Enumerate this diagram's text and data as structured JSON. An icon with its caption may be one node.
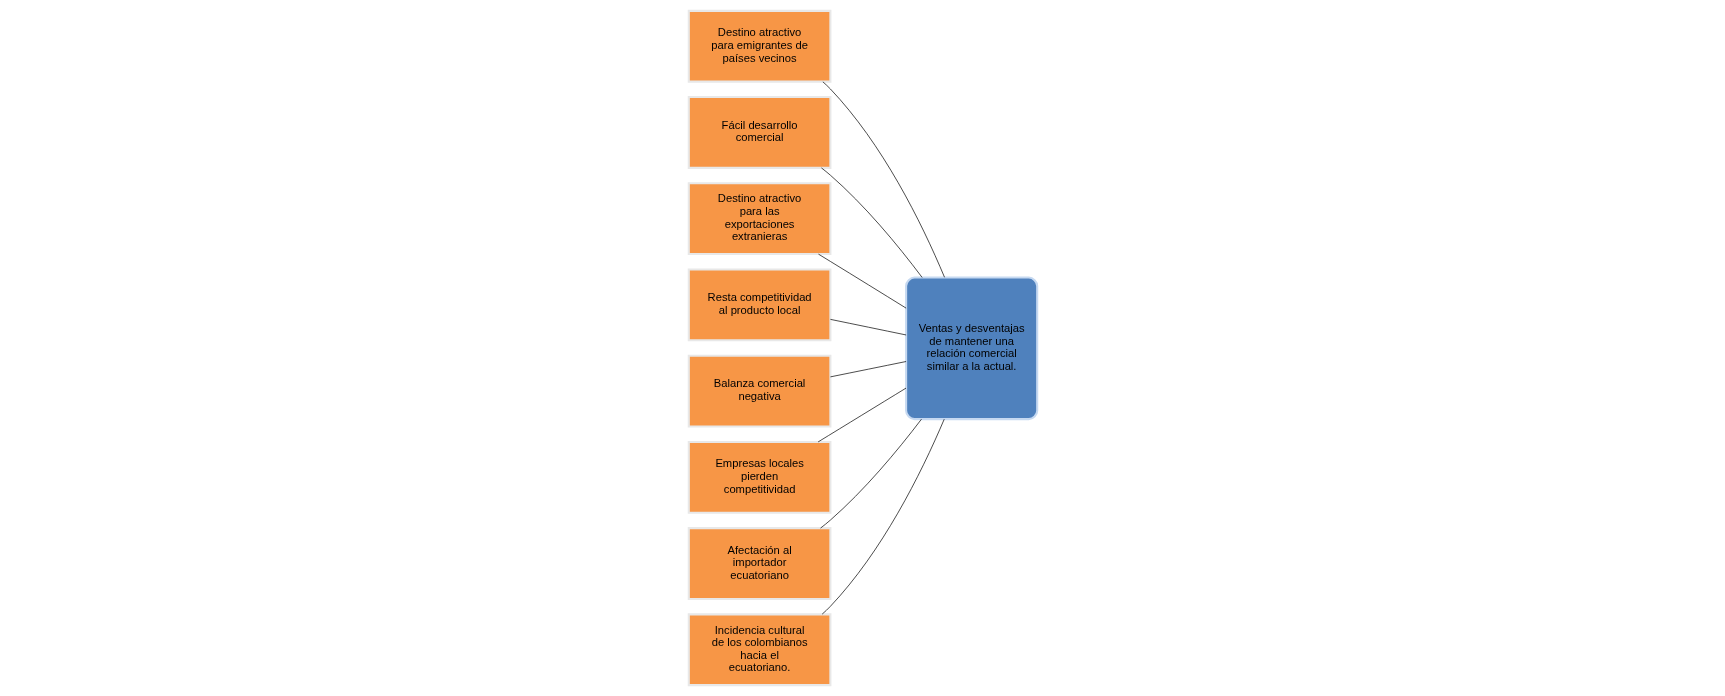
{
  "diagram": {
    "nodes": [
      {
        "text": [
          "Destino atractivo para emigrantes de países vecinos"
        ]
      },
      {
        "text": [
          "Fácil desarrollo comercial"
        ]
      },
      {
        "text": [
          "Destino atractivo para las exportaciones extranieras"
        ]
      },
      {
        "text": [
          "Resta competitividad al producto local"
        ]
      },
      {
        "text": [
          "Ventas y desventajas de mantener una relación comercial similar a la actual."
        ]
      },
      {
        "text": [
          "Balanza comercial negativa"
        ]
      },
      {
        "text": [
          "Empresas locales pierden competitividad"
        ]
      },
      {
        "text": [
          "Afectación al importador ecuatoriano"
        ]
      },
      {
        "text": [
          "Incidencia cultural de los colombianos hacia el ecuatoriano."
        ]
      }
    ],
    "edges": [
      {
        "from": 0,
        "to": 4,
        "arrow": "none"
      },
      {
        "from": 1,
        "to": 4,
        "arrow": "none"
      },
      {
        "from": 2,
        "to": 4,
        "arrow": "none"
      },
      {
        "from": 3,
        "to": 4,
        "arrow": "none"
      },
      {
        "from": 5,
        "to": 4,
        "arrow": "none"
      },
      {
        "from": 6,
        "to": 4,
        "arrow": "none"
      },
      {
        "from": 7,
        "to": 4,
        "arrow": "none"
      },
      {
        "from": 8,
        "to": 4,
        "arrow": "none"
      }
    ]
  }
}
